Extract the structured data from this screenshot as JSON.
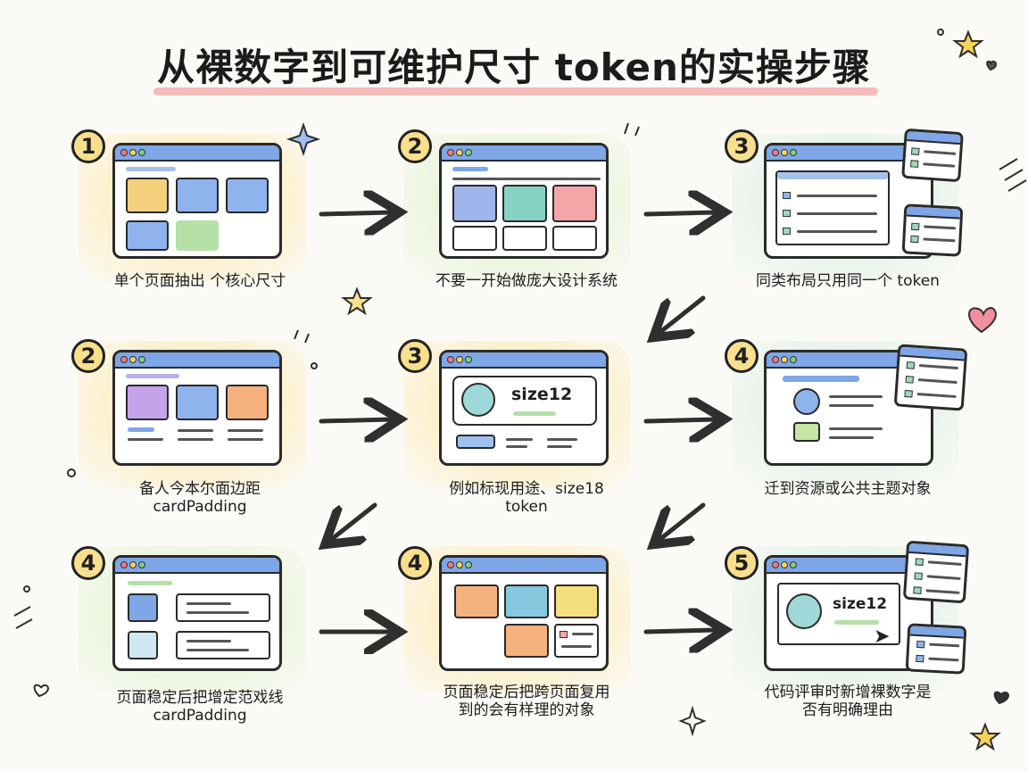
{
  "title": "从裸数字到可维护尺寸 token的实操步骤",
  "steps": [
    {
      "num": "1",
      "caption_lines": [
        "单个页面抽出 个核心尺寸"
      ]
    },
    {
      "num": "2",
      "caption_lines": [
        "不要一开始做庞大设计系统"
      ]
    },
    {
      "num": "3",
      "caption_lines": [
        "同类布局只用同一个 token"
      ]
    },
    {
      "num": "2",
      "caption_lines": [
        "备人今本尔面边距",
        "cardPadding"
      ]
    },
    {
      "num": "3",
      "caption_lines": [
        "例如标现用途、size18",
        "token"
      ],
      "card_text": "size12"
    },
    {
      "num": "4",
      "caption_lines": [
        "迁到资源或公共主题对象"
      ]
    },
    {
      "num": "4",
      "caption_lines": [
        "页面稳定后把增定范戏线",
        "cardPadding"
      ]
    },
    {
      "num": "4",
      "caption_lines": [
        "页面稳定后把跨页面复用",
        "到的会有样理的对象"
      ]
    },
    {
      "num": "5",
      "caption_lines": [
        "代码评审时新增裸数字是",
        "否有明确理由"
      ],
      "card_text": "size12"
    }
  ],
  "colors": {
    "accent_blue": "#7fa6e6",
    "number_badge": "#f7df8c",
    "underline": "#f4b0b0",
    "arrow": "#2f2f2f"
  }
}
